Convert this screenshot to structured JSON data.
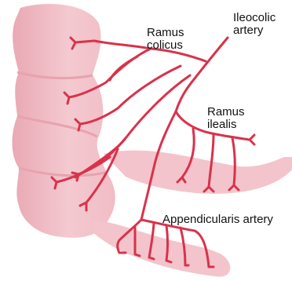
{
  "labels": {
    "ileocolic_artery": {
      "line1": "Ileocolic",
      "line2": "artery"
    },
    "ramus_colicus": {
      "line1": "Ramus",
      "line2": "colicus"
    },
    "ramus_ilealis": {
      "line1": "Ramus",
      "line2": "ilealis"
    },
    "appendicularis_artery": "Appendicularis artery"
  },
  "colors": {
    "tissue_fill": "#f3c4cc",
    "tissue_shadow": "#e7a3ae",
    "artery": "#d9324a"
  }
}
